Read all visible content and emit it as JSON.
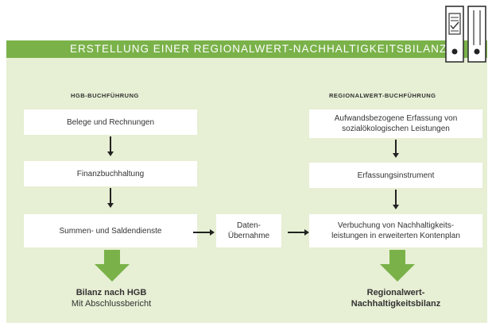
{
  "header": {
    "title": "ERSTELLUNG EINER REGIONALWERT-NACHHALTIGKEITSBILANZ"
  },
  "left": {
    "title": "HGB-BUCHFÜHRUNG",
    "boxes": [
      "Belege und Rechnungen",
      "Finanzbuchhaltung",
      "Summen- und Saldendienste"
    ],
    "result_line1": "Bilanz nach HGB",
    "result_line2": "Mit Abschlussbericht"
  },
  "middle": {
    "line1": "Daten-",
    "line2": "Übernahme"
  },
  "right": {
    "title": "REGIONALWERT-BUCHFÜHRUNG",
    "box1_line1": "Aufwandsbezogene Erfassung von",
    "box1_line2": "sozialökologischen Leistungen",
    "box2": "Erfassungsinstrument",
    "box3_line1": "Verbuchung von Nachhaltigkeits-",
    "box3_line2": "leistungen in erweiterten Kontenplan",
    "result_line1": "Regionalwert-",
    "result_line2": "Nachhaltigkeitsbilanz"
  },
  "colors": {
    "accent": "#7ab249",
    "background": "#e7efd4",
    "arrow": "#7ab249"
  },
  "icons": [
    "binder-icon",
    "binder-icon"
  ]
}
